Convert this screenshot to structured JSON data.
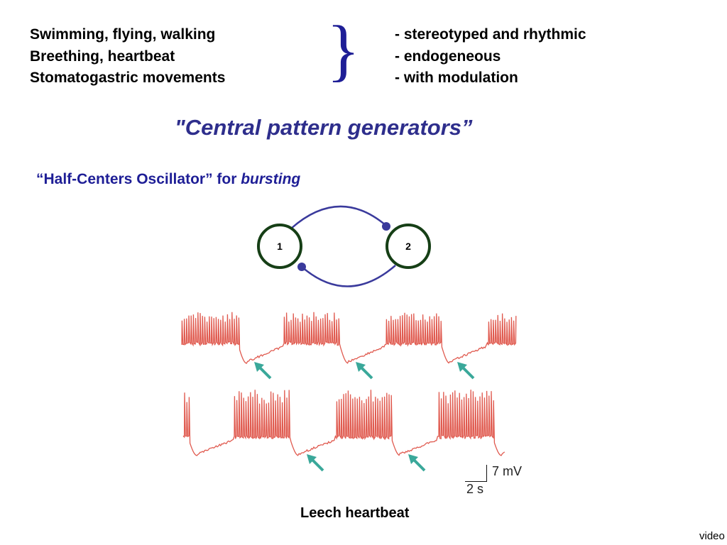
{
  "left_items": [
    "Swimming, flying, walking",
    "Breething, heartbeat",
    "Stomatogastric movements"
  ],
  "brace": "}",
  "right_items": [
    "- stereotyped and rhythmic",
    "- endogeneous",
    "- with modulation"
  ],
  "heading": "\"Central pattern generators”",
  "subheading": {
    "text": "“Half-Centers Oscillator” for ",
    "emphasis": "bursting"
  },
  "diagram": {
    "neuron_1": "1",
    "neuron_2": "2"
  },
  "colors": {
    "title_blue": "#1e1e96",
    "trace_red": "#e05a4f",
    "arrow_teal": "#3aa89a",
    "neuron_green": "#163f16",
    "synapse_blue": "#3a3a9c"
  },
  "scale": {
    "voltage": "7 mV",
    "time": "2 s"
  },
  "caption": "Leech heartbeat",
  "corner_label": "video"
}
